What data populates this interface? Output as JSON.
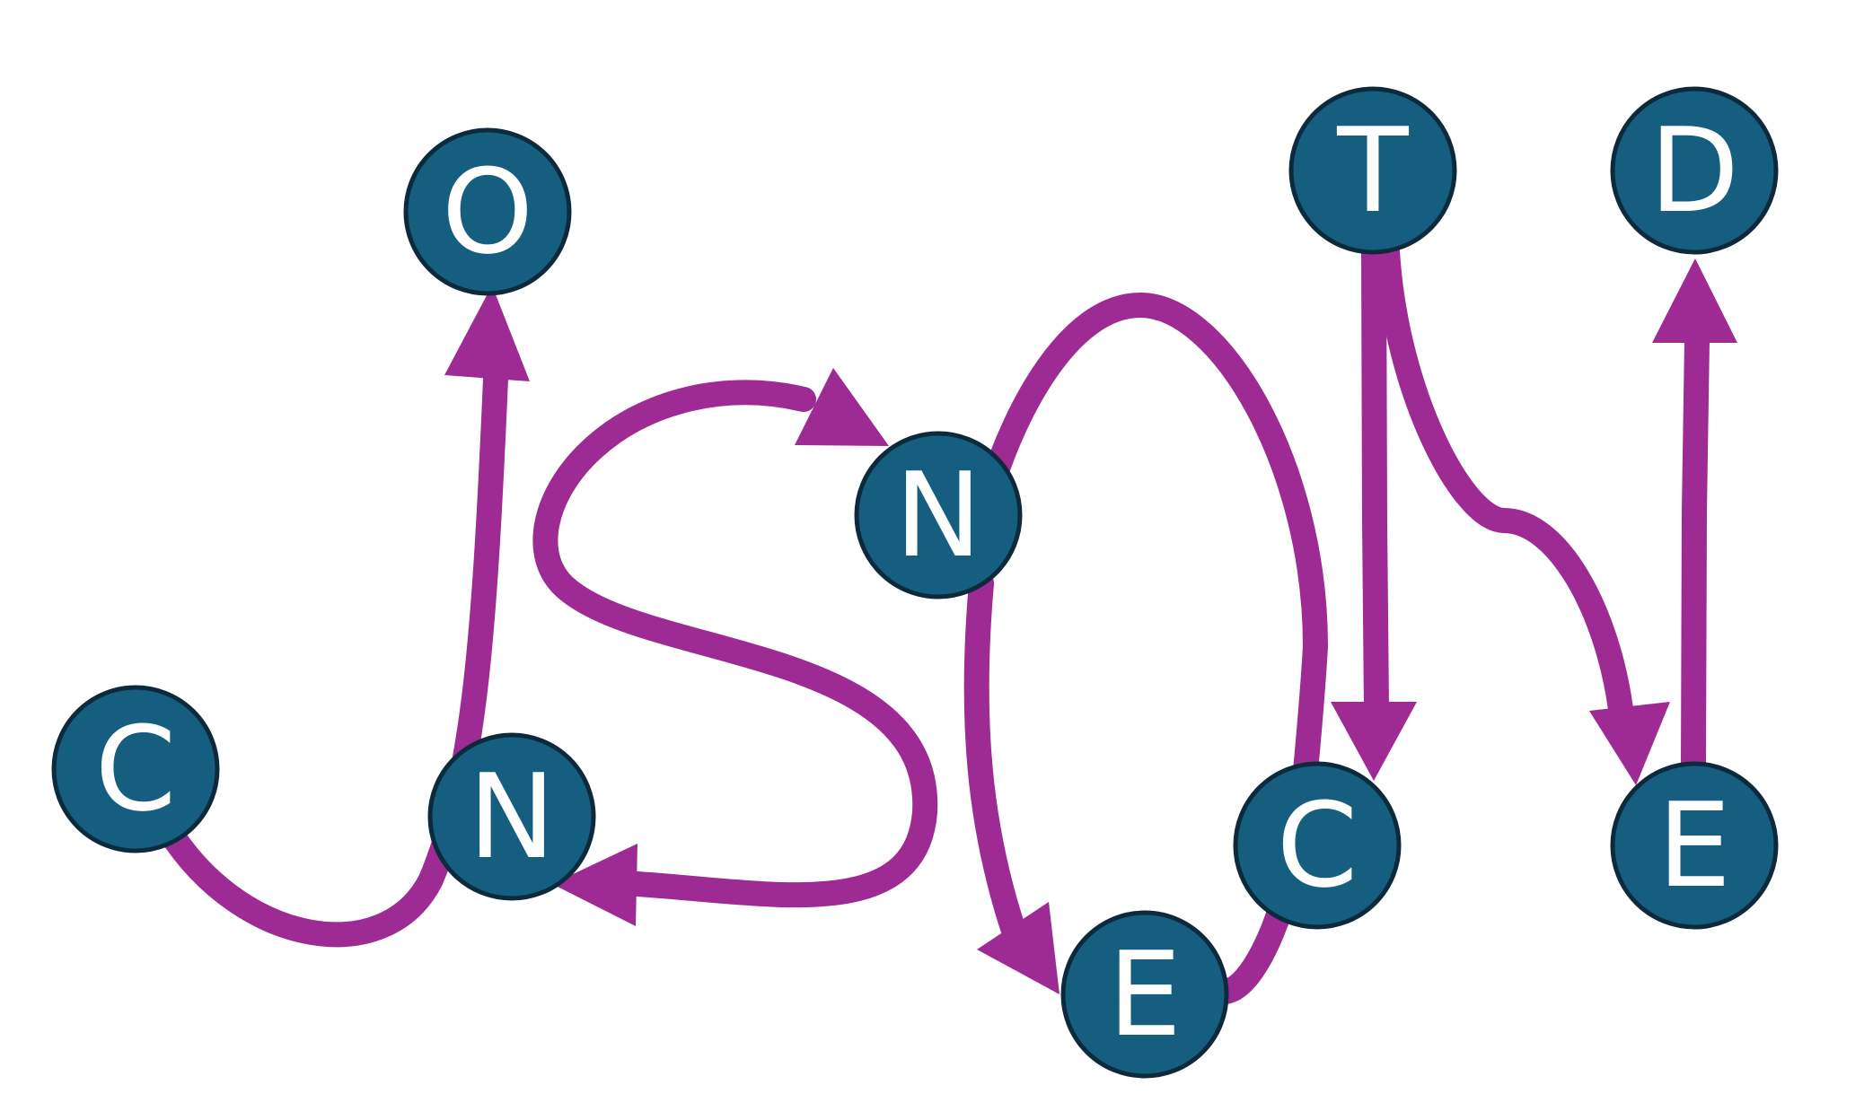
{
  "colors": {
    "node_fill": "#155e80",
    "node_stroke": "#0c2a3c",
    "edge": "#9e2a93",
    "label": "#ffffff",
    "background": "#ffffff"
  },
  "nodes": [
    {
      "id": "n1",
      "label": "C"
    },
    {
      "id": "n2",
      "label": "N"
    },
    {
      "id": "n3",
      "label": "O"
    },
    {
      "id": "n4",
      "label": "N"
    },
    {
      "id": "n5",
      "label": "E"
    },
    {
      "id": "n6",
      "label": "C"
    },
    {
      "id": "n7",
      "label": "T"
    },
    {
      "id": "n8",
      "label": "E"
    },
    {
      "id": "n9",
      "label": "D"
    }
  ],
  "edges": [
    {
      "id": "e1",
      "from": "n1",
      "to": "n3",
      "directed": true
    },
    {
      "id": "e2",
      "from": "n4",
      "to": "n2",
      "directed": true
    },
    {
      "id": "e3",
      "from": "n2",
      "to": "n4",
      "directed": true
    },
    {
      "id": "e4",
      "from": "n4",
      "to": "n5",
      "directed": true
    },
    {
      "id": "e5",
      "from": "n5",
      "to": "n4",
      "directed": false
    },
    {
      "id": "e6",
      "from": "n7",
      "to": "n6",
      "directed": true
    },
    {
      "id": "e7",
      "from": "n7",
      "to": "n8",
      "directed": true
    },
    {
      "id": "e8",
      "from": "n8",
      "to": "n9",
      "directed": true
    }
  ]
}
